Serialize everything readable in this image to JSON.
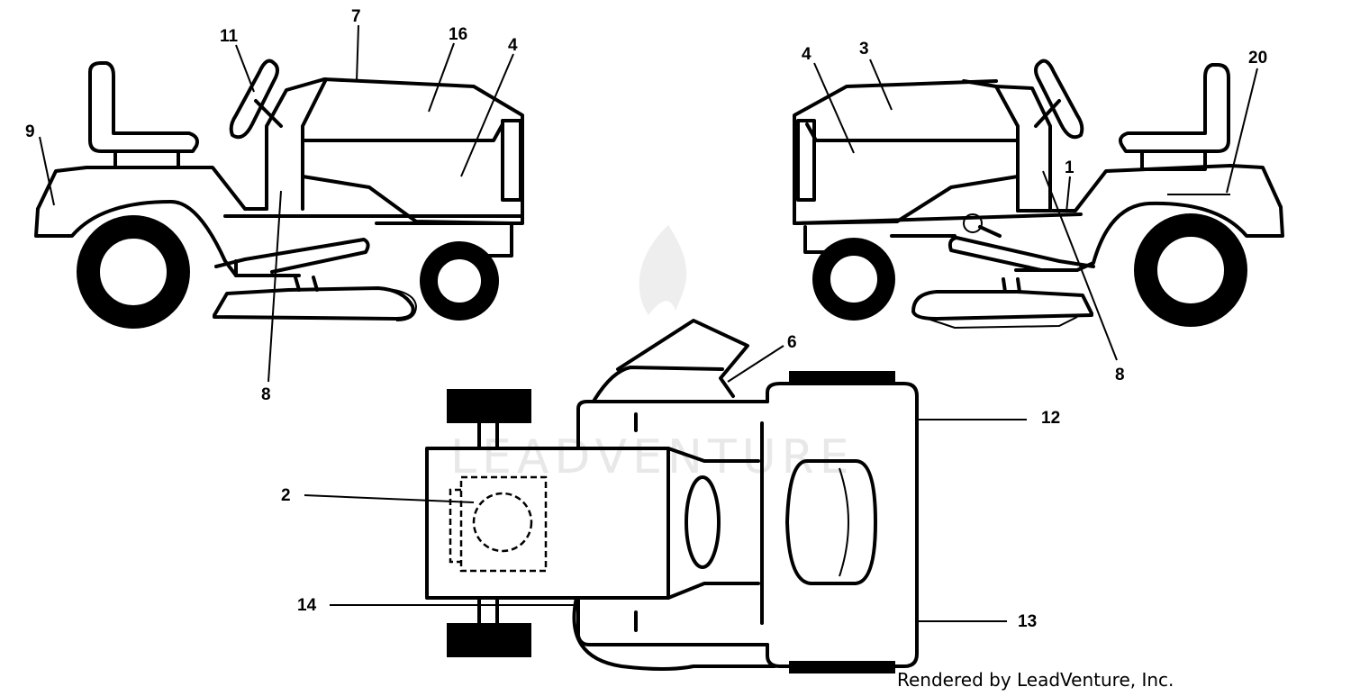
{
  "diagram": {
    "views": [
      {
        "name": "left side view"
      },
      {
        "name": "right side view"
      },
      {
        "name": "top view"
      }
    ],
    "callouts": {
      "left_view": [
        "9",
        "11",
        "7",
        "16",
        "4",
        "8"
      ],
      "right_view": [
        "4",
        "3",
        "20",
        "1",
        "8"
      ],
      "top_view": [
        "6",
        "12",
        "2",
        "14",
        "13"
      ]
    }
  },
  "watermark": {
    "text": "LEADVENTURE"
  },
  "footer": {
    "credit": "Rendered by LeadVenture, Inc."
  }
}
